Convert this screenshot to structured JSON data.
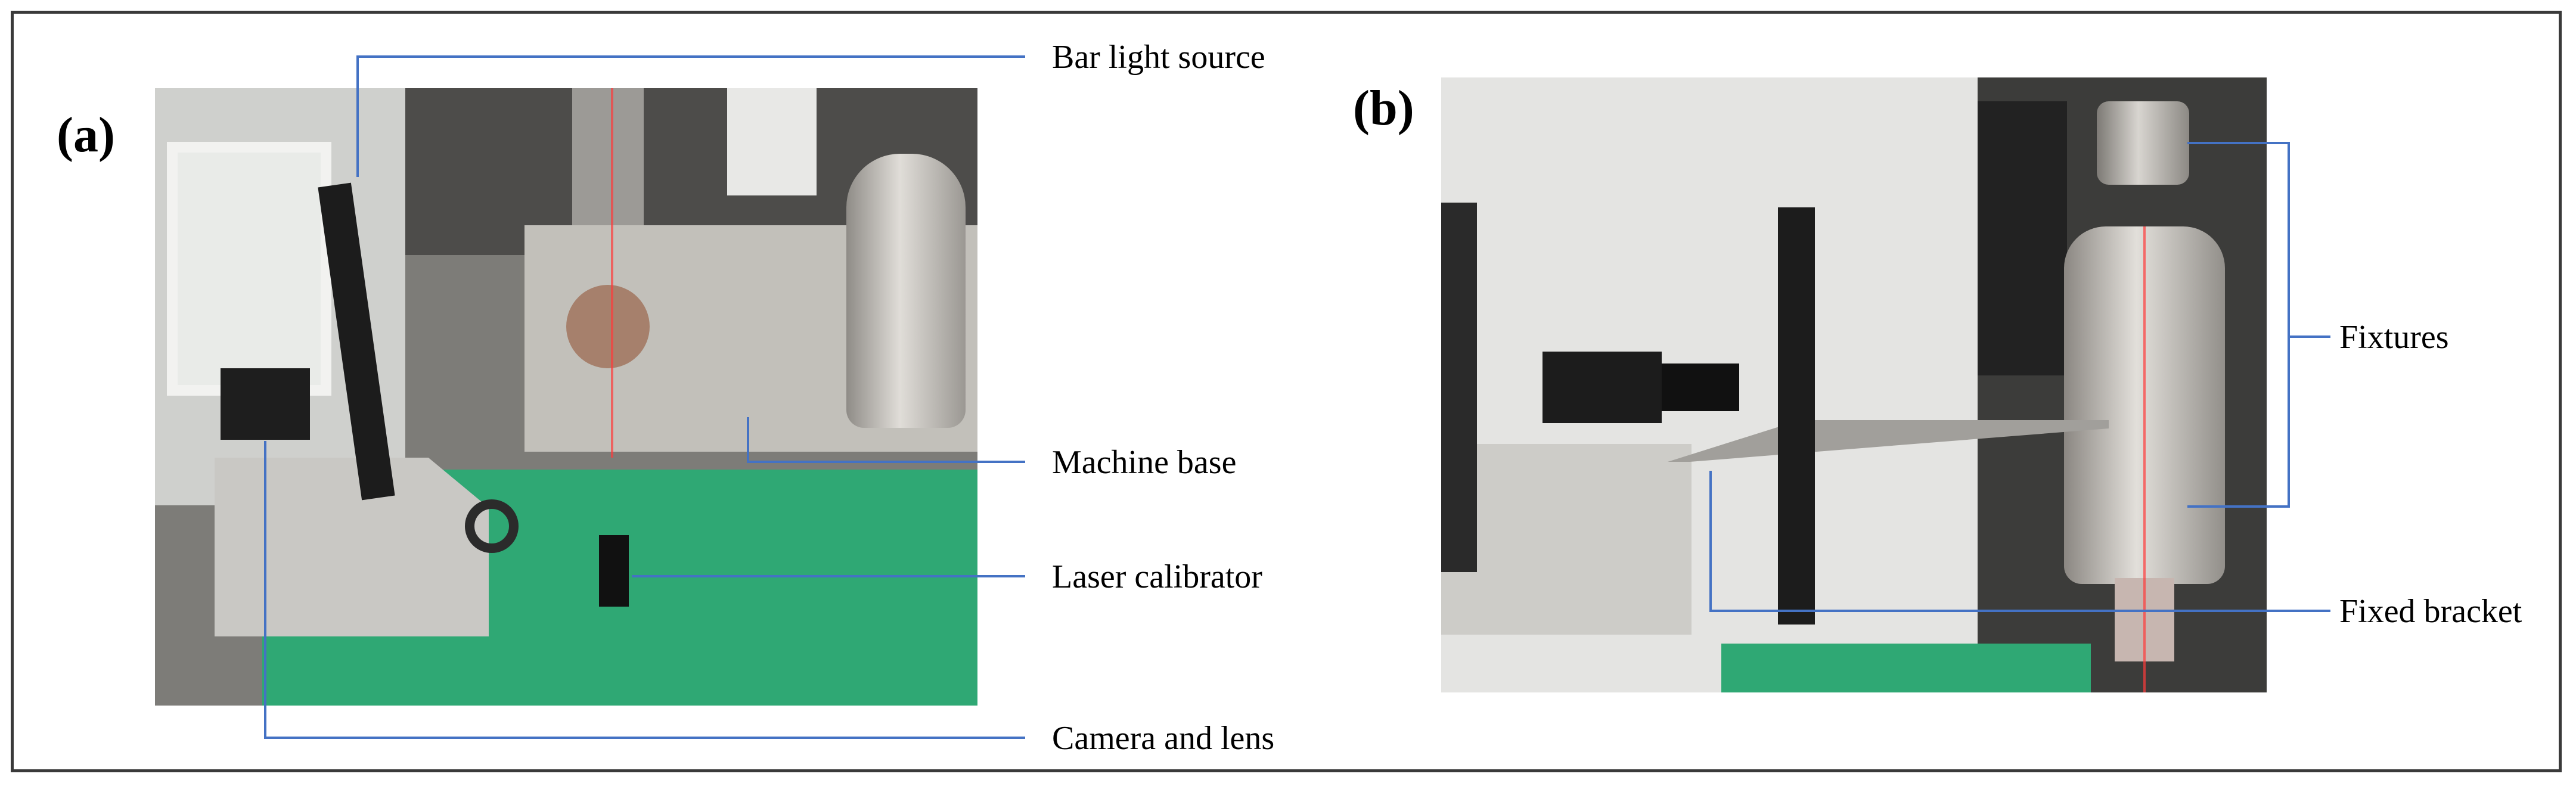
{
  "figure": {
    "panel_a": {
      "label": "(a)",
      "callouts": {
        "bar_light_source": "Bar light source",
        "machine_base": "Machine base",
        "laser_calibrator": "Laser calibrator",
        "camera_and_lens": "Camera and lens"
      }
    },
    "panel_b": {
      "label": "(b)",
      "callouts": {
        "fixtures": "Fixtures",
        "fixed_bracket": "Fixed bracket"
      }
    }
  },
  "colors": {
    "frame": "#3a3a3a",
    "leader_line": "#4472c4",
    "machine_green": "#2fa874",
    "metal": "#b8b4ae",
    "background_wall": "#e4e4e2"
  }
}
